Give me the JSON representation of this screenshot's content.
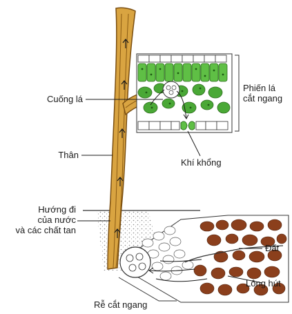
{
  "labels": {
    "cuong_la": "Cuống lá",
    "phien_la_line1": "Phiến lá",
    "phien_la_line2": "cắt ngang",
    "than": "Thân",
    "khi_khong": "Khí khổng",
    "huong_di_line1": "Hướng đi",
    "huong_di_line2": "của nước",
    "huong_di_line3": "và các chất tan",
    "dat": "Đất",
    "long_hut": "Lông hút",
    "re_cat_ngang": "Rễ cắt ngang"
  },
  "colors": {
    "stem": "#d9a441",
    "stem_dark": "#8a5a12",
    "chloroplast": "#3f9a2c",
    "soil_particle": "#8b3f1c",
    "leader": "#1a1a1a"
  }
}
